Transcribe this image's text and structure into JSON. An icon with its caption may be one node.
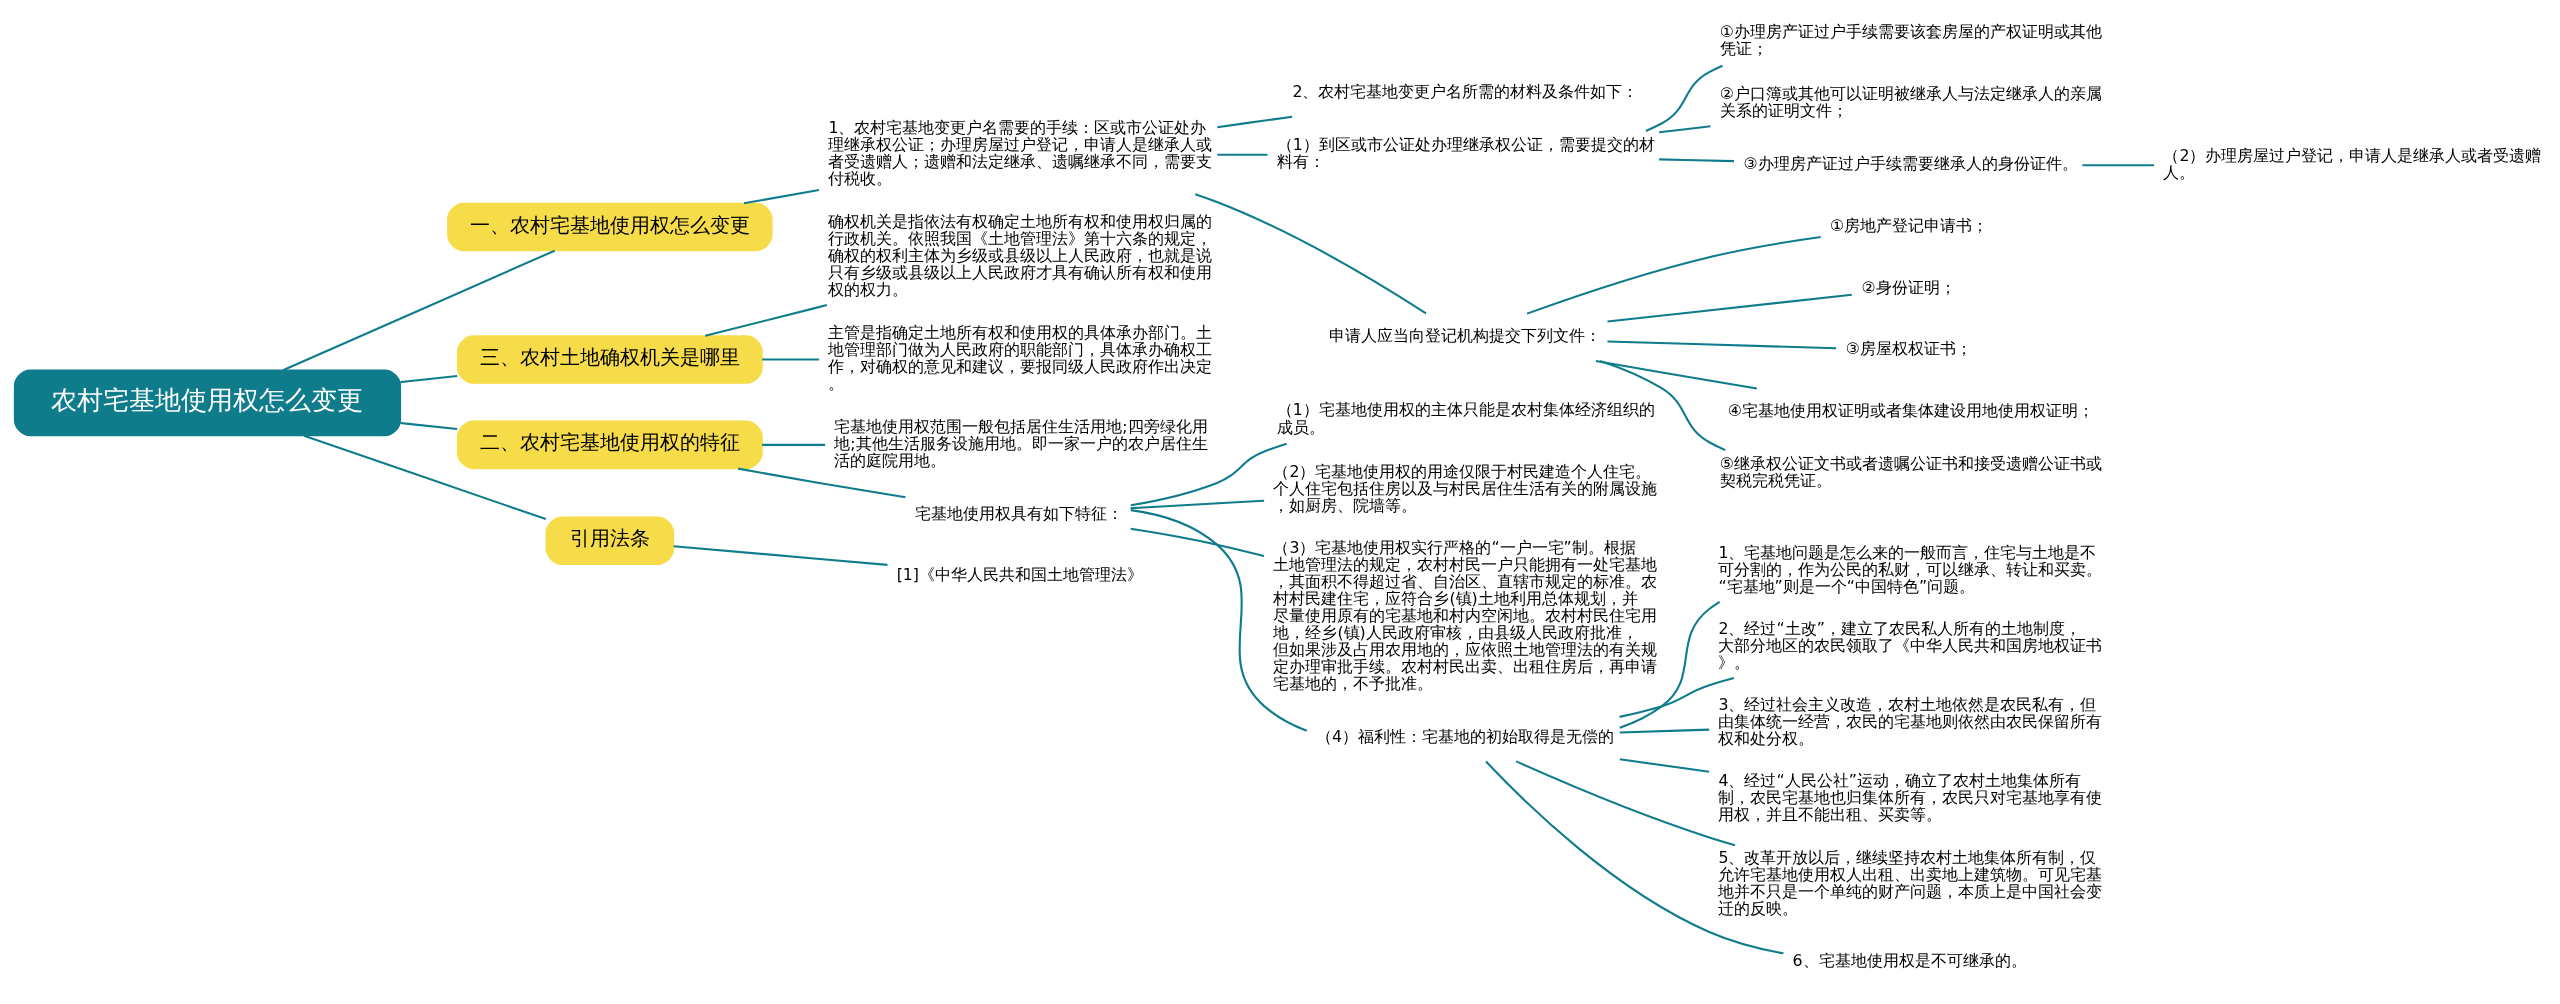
{
  "diagram": {
    "nodes": [
      {
        "text": [
          "农村宅基地使用权怎么变更"
        ]
      },
      {
        "text": [
          "一、农村宅基地使用权怎么变更"
        ]
      },
      {
        "text": [
          "1、农村宅基地变更户名需要的手续：区或市公证处办理继承权公证；办理房屋过户登记，申请人是继承人或者受遗赠人；遗赠和法定继承、遗嘱继承不同，需要支付税收。"
        ]
      },
      {
        "text": [
          "2、农村宅基地变更户名所需的材料及条件如下："
        ]
      },
      {
        "text": [
          "（1）到区或市公证处办理继承权公证，需要提交的材料有："
        ]
      },
      {
        "text": [
          "①办理房产证过户手续需要该套房屋的产权证明或其他凭证；"
        ]
      },
      {
        "text": [
          "②户口簿或其他可以证明被继承人与法定继承人的亲属关系的证明文件；"
        ]
      },
      {
        "text": [
          "③办理房产证过户手续需要继承人的身份证件。"
        ]
      },
      {
        "text": [
          "（2）办理房屋过户登记，申请人是继承人或者受遗赠人。"
        ]
      },
      {
        "text": [
          "申请人应当向登记机构提交下列文件："
        ]
      },
      {
        "text": [
          "①房地产登记申请书；"
        ]
      },
      {
        "text": [
          "②身份证明；"
        ]
      },
      {
        "text": [
          "③房屋权权证书；"
        ]
      },
      {
        "text": [
          "④宅基地使用权证明或者集体建设用地使用权证明；"
        ]
      },
      {
        "text": [
          "⑤继承权公证文书或者遗嘱公证书和接受遗赠公证书或契税完税凭证。"
        ]
      },
      {
        "text": [
          "三、农村土地确权机关是哪里"
        ]
      },
      {
        "text": [
          "确权机关是指依法有权确定土地所有权和使用权归属的行政机关。依照我国《土地管理法》第十六条的规定，确权的权利主体为乡级或县级以上人民政府，也就是说只有乡级或县级以上人民政府才具有确认所有权和使用权的权力。"
        ]
      },
      {
        "text": [
          "主管是指确定土地所有权和使用权的具体承办部门。土地管理部门做为人民政府的职能部门，具体承办确权工作，对确权的意见和建议，要报同级人民政府作出决定。"
        ]
      },
      {
        "text": [
          "二、农村宅基地使用权的特征"
        ]
      },
      {
        "text": [
          "宅基地使用权范围一般包括居住生活用地;四旁绿化用地;其他生活服务设施用地。即一家一户的农户居住生活的庭院用地。"
        ]
      },
      {
        "text": [
          "宅基地使用权具有如下特征："
        ]
      },
      {
        "text": [
          "（1）宅基地使用权的主体只能是农村集体经济组织的成员。"
        ]
      },
      {
        "text": [
          "（2）宅基地使用权的用途仅限于村民建造个人住宅。个人住宅包括住房以及与村民居住生活有关的附属设施，如厨房、院墙等。"
        ]
      },
      {
        "text": [
          "（3）宅基地使用权实行严格的“一户一宅”制。根据土地管理法的规定，农村村民一户只能拥有一处宅基地，其面积不得超过省、自治区、直辖市规定的标准。农村村民建住宅，应符合乡(镇)土地利用总体规划，并尽量使用原有的宅基地和村内空闲地。农村村民住宅用地，经乡(镇)人民政府审核，由县级人民政府批准，但如果涉及占用农用地的，应依照土地管理法的有关规定办理审批手续。农村村民出卖、出租住房后，再申请宅基地的，不予批准。"
        ]
      },
      {
        "text": [
          "（4）福利性：宅基地的初始取得是无偿的"
        ]
      },
      {
        "text": [
          "1、宅基地问题是怎么来的一般而言，住宅与土地是不可分割的，作为公民的私财，可以继承、转让和买卖。“宅基地”则是一个“中国特色”问题。"
        ]
      },
      {
        "text": [
          "2、经过“土改”，建立了农民私人所有的土地制度，大部分地区的农民领取了《中华人民共和国房地权证书》。"
        ]
      },
      {
        "text": [
          "3、经过社会主义改造，农村土地依然是农民私有，但由集体统一经营，农民的宅基地则依然由农民保留所有权和处分权。"
        ]
      },
      {
        "text": [
          "4、经过“人民公社”运动，确立了农村土地集体所有制，农民宅基地也归集体所有，农民只对宅基地享有使用权，并且不能出租、买卖等。"
        ]
      },
      {
        "text": [
          "5、改革开放以后，继续坚持农村土地集体所有制，仅允许宅基地使用权人出租、出卖地上建筑物。可见宅基地并不只是一个单纯的财产问题，本质上是中国社会变迁的反映。"
        ]
      },
      {
        "text": [
          "6、宅基地使用权是不可继承的。"
        ]
      },
      {
        "text": [
          "引用法条"
        ]
      },
      {
        "text": [
          "[1]《中华人民共和国土地管理法》"
        ]
      }
    ],
    "edges": [
      {
        "from": 0,
        "to": 1,
        "arrow": "none"
      },
      {
        "from": 1,
        "to": 2,
        "arrow": "none"
      },
      {
        "from": 2,
        "to": 3,
        "arrow": "none"
      },
      {
        "from": 2,
        "to": 4,
        "arrow": "none"
      },
      {
        "from": 2,
        "to": 9,
        "arrow": "none"
      },
      {
        "from": 4,
        "to": 5,
        "arrow": "none"
      },
      {
        "from": 4,
        "to": 6,
        "arrow": "none"
      },
      {
        "from": 4,
        "to": 7,
        "arrow": "none"
      },
      {
        "from": 7,
        "to": 8,
        "arrow": "none"
      },
      {
        "from": 9,
        "to": 10,
        "arrow": "none"
      },
      {
        "from": 9,
        "to": 11,
        "arrow": "none"
      },
      {
        "from": 9,
        "to": 12,
        "arrow": "none"
      },
      {
        "from": 9,
        "to": 13,
        "arrow": "none"
      },
      {
        "from": 9,
        "to": 14,
        "arrow": "none"
      },
      {
        "from": 0,
        "to": 15,
        "arrow": "none"
      },
      {
        "from": 15,
        "to": 16,
        "arrow": "none"
      },
      {
        "from": 15,
        "to": 17,
        "arrow": "none"
      },
      {
        "from": 0,
        "to": 18,
        "arrow": "none"
      },
      {
        "from": 18,
        "to": 19,
        "arrow": "none"
      },
      {
        "from": 18,
        "to": 20,
        "arrow": "none"
      },
      {
        "from": 20,
        "to": 21,
        "arrow": "none"
      },
      {
        "from": 20,
        "to": 22,
        "arrow": "none"
      },
      {
        "from": 20,
        "to": 23,
        "arrow": "none"
      },
      {
        "from": 20,
        "to": 24,
        "arrow": "none"
      },
      {
        "from": 24,
        "to": 25,
        "arrow": "none"
      },
      {
        "from": 24,
        "to": 26,
        "arrow": "none"
      },
      {
        "from": 24,
        "to": 27,
        "arrow": "none"
      },
      {
        "from": 24,
        "to": 28,
        "arrow": "none"
      },
      {
        "from": 24,
        "to": 29,
        "arrow": "none"
      },
      {
        "from": 24,
        "to": 30,
        "arrow": "none"
      },
      {
        "from": 0,
        "to": 31,
        "arrow": "none"
      },
      {
        "from": 31,
        "to": 32,
        "arrow": "none"
      }
    ]
  }
}
